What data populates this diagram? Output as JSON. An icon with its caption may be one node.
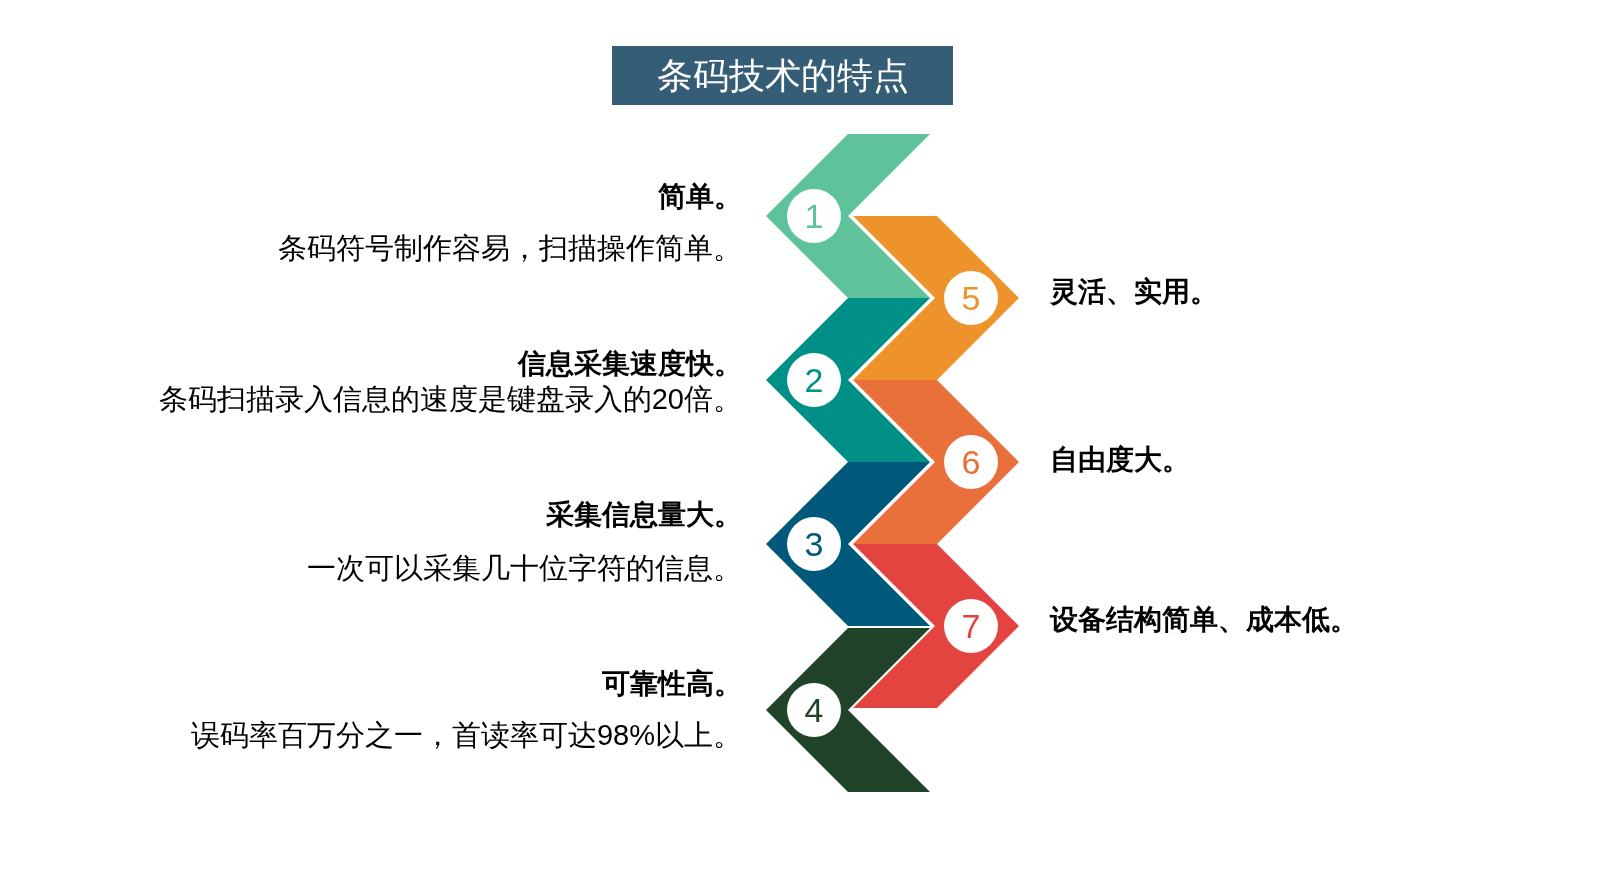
{
  "diagram": {
    "title": "条码技术的特点",
    "nodes": [
      {
        "text": [
          "1"
        ],
        "beside": [
          "简单。",
          "条码符号制作容易，扫描操作简单。"
        ]
      },
      {
        "text": [
          "2"
        ],
        "beside": [
          "信息采集速度快。",
          "条码扫描录入信息的速度是键盘录入的20倍。"
        ]
      },
      {
        "text": [
          "3"
        ],
        "beside": [
          "采集信息量大。",
          "一次可以采集几十位字符的信息。"
        ]
      },
      {
        "text": [
          "4"
        ],
        "beside": [
          "可靠性高。",
          "误码率百万分之一，首读率可达98%以上。"
        ]
      },
      {
        "text": [
          "5"
        ],
        "beside": [
          "灵活、实用。"
        ]
      },
      {
        "text": [
          "6"
        ],
        "beside": [
          "自由度大。"
        ]
      },
      {
        "text": [
          "7"
        ],
        "beside": [
          "设备结构简单、成本低。"
        ]
      }
    ]
  }
}
